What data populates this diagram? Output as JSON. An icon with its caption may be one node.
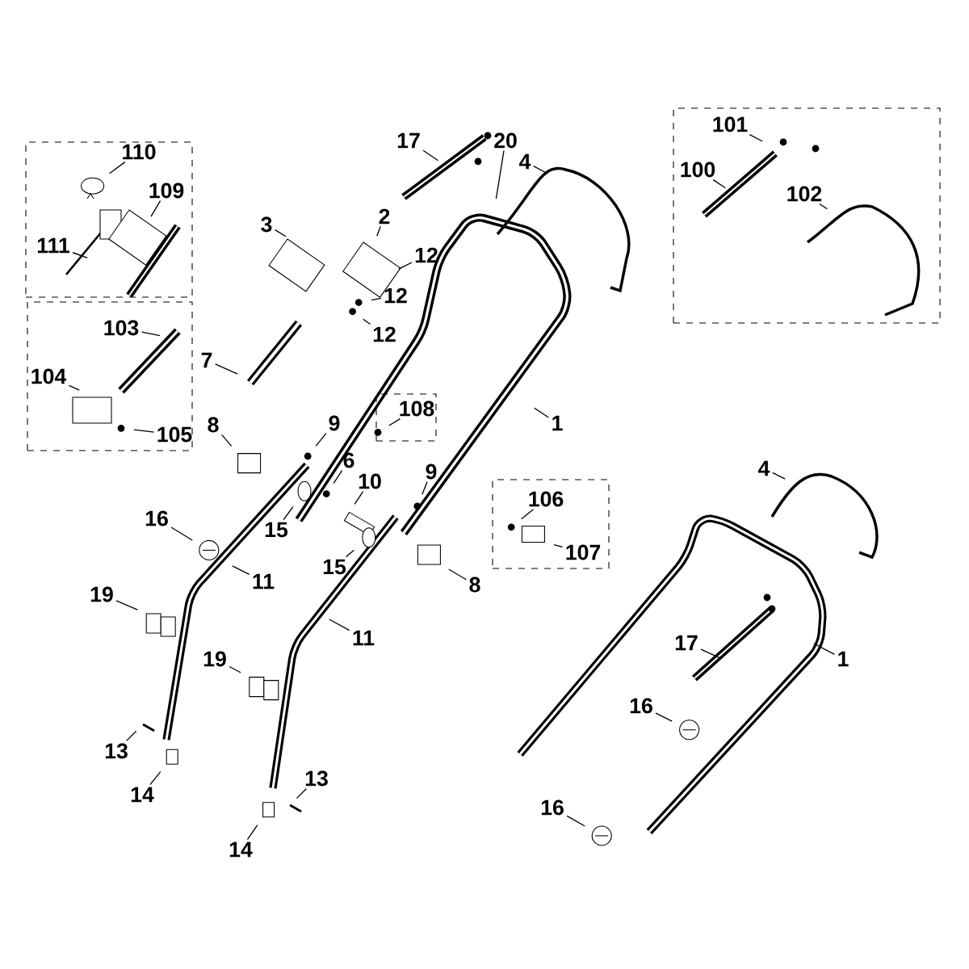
{
  "diagram": {
    "nodes": [
      {
        "text": [],
        "shape": "box"
      },
      {
        "text": [
          "110"
        ],
        "in": 0
      },
      {
        "text": [
          "109"
        ],
        "in": 0
      },
      {
        "text": [
          "111"
        ],
        "in": 0
      },
      {
        "text": [],
        "shape": "box"
      },
      {
        "text": [
          "103"
        ],
        "in": 4
      },
      {
        "text": [
          "104"
        ],
        "in": 4
      },
      {
        "text": [
          "105"
        ],
        "in": 4
      },
      {
        "text": [],
        "shape": "box"
      },
      {
        "text": [
          "101"
        ],
        "in": 8
      },
      {
        "text": [
          "100"
        ],
        "in": 8
      },
      {
        "text": [
          "102"
        ],
        "in": 8
      },
      {
        "text": [
          "17"
        ]
      },
      {
        "text": [
          "20"
        ]
      },
      {
        "text": [
          "4"
        ]
      },
      {
        "text": [
          "3"
        ]
      },
      {
        "text": [
          "2"
        ]
      },
      {
        "text": [
          "12"
        ]
      },
      {
        "text": [
          "12"
        ]
      },
      {
        "text": [
          "12"
        ]
      },
      {
        "text": [
          "7"
        ]
      },
      {
        "text": [
          "1"
        ]
      },
      {
        "text": [],
        "shape": "box"
      },
      {
        "text": [
          "108"
        ],
        "in": 22
      },
      {
        "text": [
          "8"
        ]
      },
      {
        "text": [
          "9"
        ]
      },
      {
        "text": [
          "6"
        ]
      },
      {
        "text": [
          "10"
        ]
      },
      {
        "text": [
          "9"
        ]
      },
      {
        "text": [],
        "shape": "box"
      },
      {
        "text": [
          "106"
        ],
        "in": 29
      },
      {
        "text": [
          "107"
        ],
        "in": 29
      },
      {
        "text": [
          "15"
        ]
      },
      {
        "text": [
          "16"
        ]
      },
      {
        "text": [
          "15"
        ]
      },
      {
        "text": [
          "11"
        ]
      },
      {
        "text": [
          "8"
        ]
      },
      {
        "text": [
          "4"
        ]
      },
      {
        "text": [
          "11"
        ]
      },
      {
        "text": [
          "19"
        ]
      },
      {
        "text": [
          "19"
        ]
      },
      {
        "text": [
          "17"
        ]
      },
      {
        "text": [
          "1"
        ]
      },
      {
        "text": [
          "16"
        ]
      },
      {
        "text": [
          "13"
        ]
      },
      {
        "text": [
          "14"
        ]
      },
      {
        "text": [
          "16"
        ]
      },
      {
        "text": [
          "13"
        ]
      },
      {
        "text": [
          "14"
        ]
      }
    ],
    "edges": [
      {
        "from": 1,
        "to": null,
        "arrow": "none"
      },
      {
        "from": 2,
        "to": null,
        "arrow": "none"
      },
      {
        "from": 3,
        "to": null,
        "arrow": "none"
      },
      {
        "from": 5,
        "to": null,
        "arrow": "none"
      },
      {
        "from": 6,
        "to": null,
        "arrow": "none"
      },
      {
        "from": 7,
        "to": null,
        "arrow": "none"
      },
      {
        "from": 9,
        "to": null,
        "arrow": "none"
      },
      {
        "from": 10,
        "to": null,
        "arrow": "none"
      },
      {
        "from": 11,
        "to": null,
        "arrow": "none"
      },
      {
        "from": 12,
        "to": null,
        "arrow": "none"
      },
      {
        "from": 13,
        "to": null,
        "arrow": "none"
      },
      {
        "from": 14,
        "to": null,
        "arrow": "none"
      },
      {
        "from": 15,
        "to": null,
        "arrow": "none"
      },
      {
        "from": 16,
        "to": null,
        "arrow": "none"
      },
      {
        "from": 17,
        "to": null,
        "arrow": "none"
      },
      {
        "from": 18,
        "to": null,
        "arrow": "none"
      },
      {
        "from": 19,
        "to": null,
        "arrow": "none"
      },
      {
        "from": 20,
        "to": null,
        "arrow": "none"
      },
      {
        "from": 21,
        "to": null,
        "arrow": "none"
      },
      {
        "from": 23,
        "to": null,
        "arrow": "none"
      },
      {
        "from": 24,
        "to": null,
        "arrow": "none"
      },
      {
        "from": 25,
        "to": null,
        "arrow": "none"
      },
      {
        "from": 26,
        "to": null,
        "arrow": "none"
      },
      {
        "from": 27,
        "to": null,
        "arrow": "none"
      },
      {
        "from": 28,
        "to": null,
        "arrow": "none"
      },
      {
        "from": 30,
        "to": null,
        "arrow": "none"
      },
      {
        "from": 31,
        "to": null,
        "arrow": "none"
      },
      {
        "from": 32,
        "to": null,
        "arrow": "none"
      },
      {
        "from": 33,
        "to": null,
        "arrow": "none"
      },
      {
        "from": 34,
        "to": null,
        "arrow": "none"
      },
      {
        "from": 35,
        "to": null,
        "arrow": "none"
      },
      {
        "from": 36,
        "to": null,
        "arrow": "none"
      },
      {
        "from": 37,
        "to": null,
        "arrow": "none"
      },
      {
        "from": 38,
        "to": null,
        "arrow": "none"
      },
      {
        "from": 39,
        "to": null,
        "arrow": "none"
      },
      {
        "from": 40,
        "to": null,
        "arrow": "none"
      },
      {
        "from": 41,
        "to": null,
        "arrow": "none"
      },
      {
        "from": 42,
        "to": null,
        "arrow": "none"
      },
      {
        "from": 43,
        "to": null,
        "arrow": "none"
      },
      {
        "from": 44,
        "to": null,
        "arrow": "none"
      },
      {
        "from": 45,
        "to": null,
        "arrow": "none"
      },
      {
        "from": 46,
        "to": null,
        "arrow": "none"
      },
      {
        "from": 47,
        "to": null,
        "arrow": "none"
      },
      {
        "from": 48,
        "to": null,
        "arrow": "none"
      }
    ]
  }
}
